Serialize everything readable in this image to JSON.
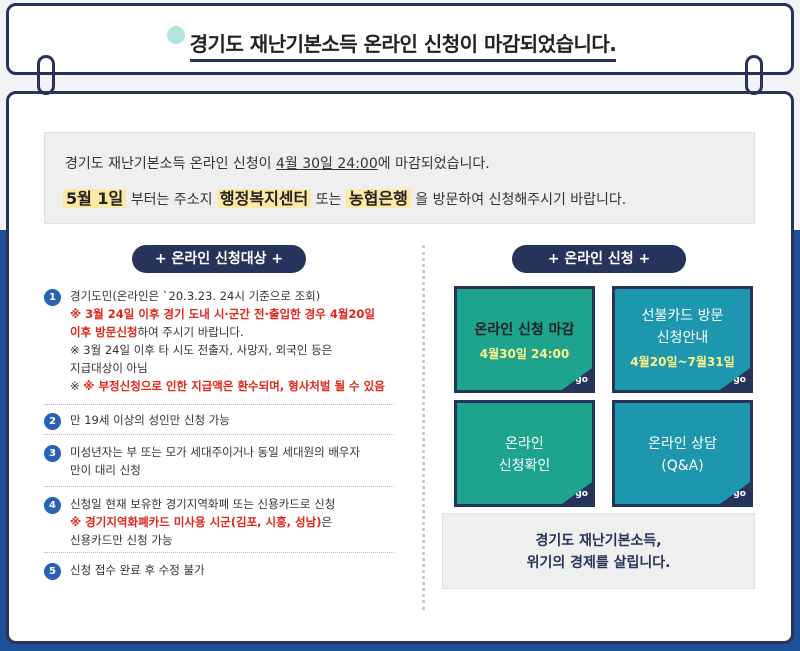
{
  "header": {
    "title": "경기도 재난기본소득 온라인 신청이 마감되었습니다."
  },
  "notice": {
    "line1_a": "경기도 재난기본소득 온라인 신청이 ",
    "line1_b": "4월 30일 24:00",
    "line1_c": "에 마감되었습니다.",
    "line2_a": "5월 1일",
    "line2_b": " 부터는 주소지 ",
    "line2_c": "행정복지센터",
    "line2_d": " 또는 ",
    "line2_e": "농협은행",
    "line2_f": " 을 방문하여 신청해주시기 바랍니다."
  },
  "target_section": {
    "title": "+ 온라인 신청대상 +",
    "items": [
      {
        "num": "1",
        "l1": "경기도민(온라인은 `20.3.23. 24시 기준으로 조회)",
        "l2": "※ 3월 24일 이후 경기 도내 시·군간 전·출입한 경우 4월20일",
        "l3": "이후 방문신청",
        "l3b": "하여 주시기 바랍니다.",
        "l4": "※ 3월 24일 이후 타 시도 전출자, 사망자, 외국인 등은",
        "l5": "지급대상이 아님",
        "l6": "※ 부정신청으로 인한 지급액은 환수되며, 형사처벌 될 수 있음"
      },
      {
        "num": "2",
        "l1": "만 19세 이상의 성인만 신청 가능"
      },
      {
        "num": "3",
        "l1": "미성년자는 부 또는 모가 세대주이거나 동일 세대원의 배우자",
        "l2": "만이 대리 신청"
      },
      {
        "num": "4",
        "l1": "신청일 현재 보유한 경기지역화폐 또는 신용카드로 신청",
        "l2": "※ 경기지역화폐카드 미사용 시군(김포, 시흥, 성남)",
        "l2b": "은",
        "l3": "신용카드만 신청 가능"
      },
      {
        "num": "5",
        "l1": "신청 접수 완료 후 수정 불가"
      }
    ]
  },
  "online_section": {
    "title": "+ 온라인 신청 +",
    "tiles": [
      {
        "l1": "온라인 신청 마감",
        "l2": "4월30일 24:00",
        "go": "go",
        "color": "#1ea38c"
      },
      {
        "l1": "선불카드 방문",
        "l1b": "신청안내",
        "l2": "4월20일~7월31일",
        "go": "go",
        "color": "#1d97ad"
      },
      {
        "l1": "온라인",
        "l1b": "신청확인",
        "go": "go",
        "color": "#1ea38c"
      },
      {
        "l1": "온라인 상담",
        "l1b": "(Q&A)",
        "go": "go",
        "color": "#1d97ad"
      }
    ],
    "slogan_l1": "경기도 재난기본소득,",
    "slogan_l2": "위기의 경제를 살립니다."
  }
}
